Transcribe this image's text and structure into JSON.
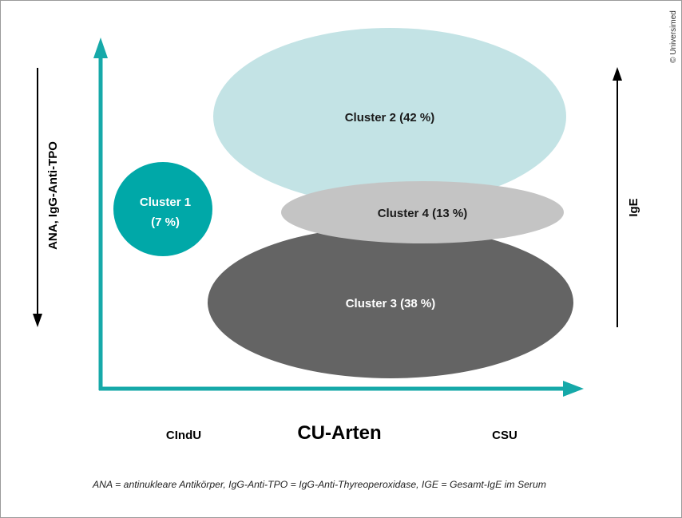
{
  "colors": {
    "axis_teal": "#16a9a9",
    "cluster1": "#00a8a8",
    "cluster2": "#c3e3e5",
    "cluster3": "#646464",
    "cluster4": "#c4c4c4",
    "arrow_black": "#000000"
  },
  "y_axis_left_label": "ANA, IgG-Anti-TPO",
  "y_axis_right_label": "IgE",
  "x_axis": {
    "title": "CU-Arten",
    "left_label": "CIndU",
    "right_label": "CSU"
  },
  "clusters": [
    {
      "line1": "Cluster 1",
      "line2": "(7 %)"
    },
    {
      "label": "Cluster 2 (42 %)"
    },
    {
      "label": "Cluster 3 (38 %)"
    },
    {
      "label": "Cluster 4 (13 %)"
    }
  ],
  "footnote": "ANA = antinukleare Antikörper, IgG-Anti-TPO = IgG-Anti-Thyreoperoxidase, IGE = Gesamt-IgE im Serum",
  "copyright": "© Universimed"
}
